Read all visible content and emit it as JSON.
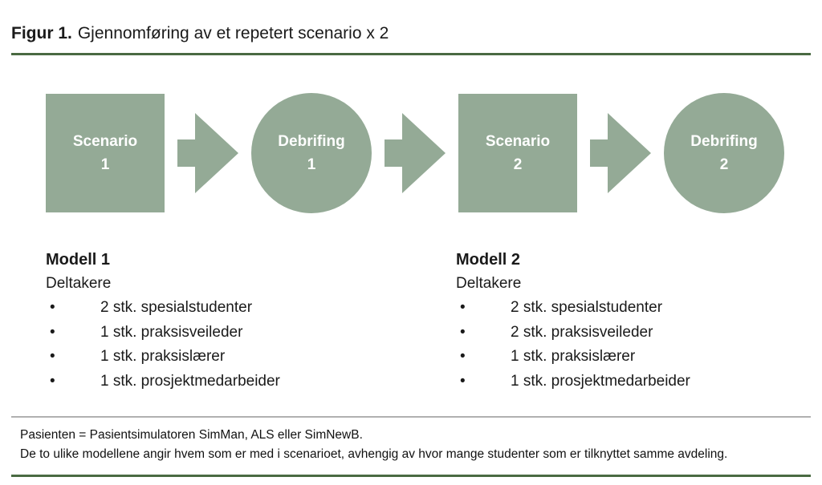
{
  "title": {
    "label": "Figur 1.",
    "text": "Gjennomføring av et repetert scenario x 2"
  },
  "bullet": "•",
  "colors": {
    "shape_fill": "#94aa96",
    "accent_rule": "#4a6a42",
    "gray_rule": "#b0b0b0",
    "shape_text": "#ffffff",
    "body_text": "#1a1a1a"
  },
  "diagram": {
    "steps": [
      {
        "shape": "square",
        "label_line1": "Scenario",
        "label_line2": "1"
      },
      {
        "shape": "circle",
        "label_line1": "Debrifing",
        "label_line2": "1"
      },
      {
        "shape": "square",
        "label_line1": "Scenario",
        "label_line2": "2"
      },
      {
        "shape": "circle",
        "label_line1": "Debrifing",
        "label_line2": "2"
      }
    ]
  },
  "models": [
    {
      "title": "Modell 1",
      "subtitle": "Deltakere",
      "items": [
        "2 stk. spesialstudenter",
        "1 stk. praksisveileder",
        "1 stk. praksislærer",
        "1 stk. prosjektmedarbeider"
      ]
    },
    {
      "title": "Modell 2",
      "subtitle": "Deltakere",
      "items": [
        "2 stk. spesialstudenter",
        "2 stk. praksisveileder",
        "1 stk. praksislærer",
        "1 stk. prosjektmedarbeider"
      ]
    }
  ],
  "footnote": {
    "line1": "Pasienten = Pasientsimulatoren SimMan, ALS eller SimNewB.",
    "line2": "De to ulike modellene angir hvem som er med i scenarioet, avhengig av hvor mange studenter som er tilknyttet samme avdeling."
  }
}
